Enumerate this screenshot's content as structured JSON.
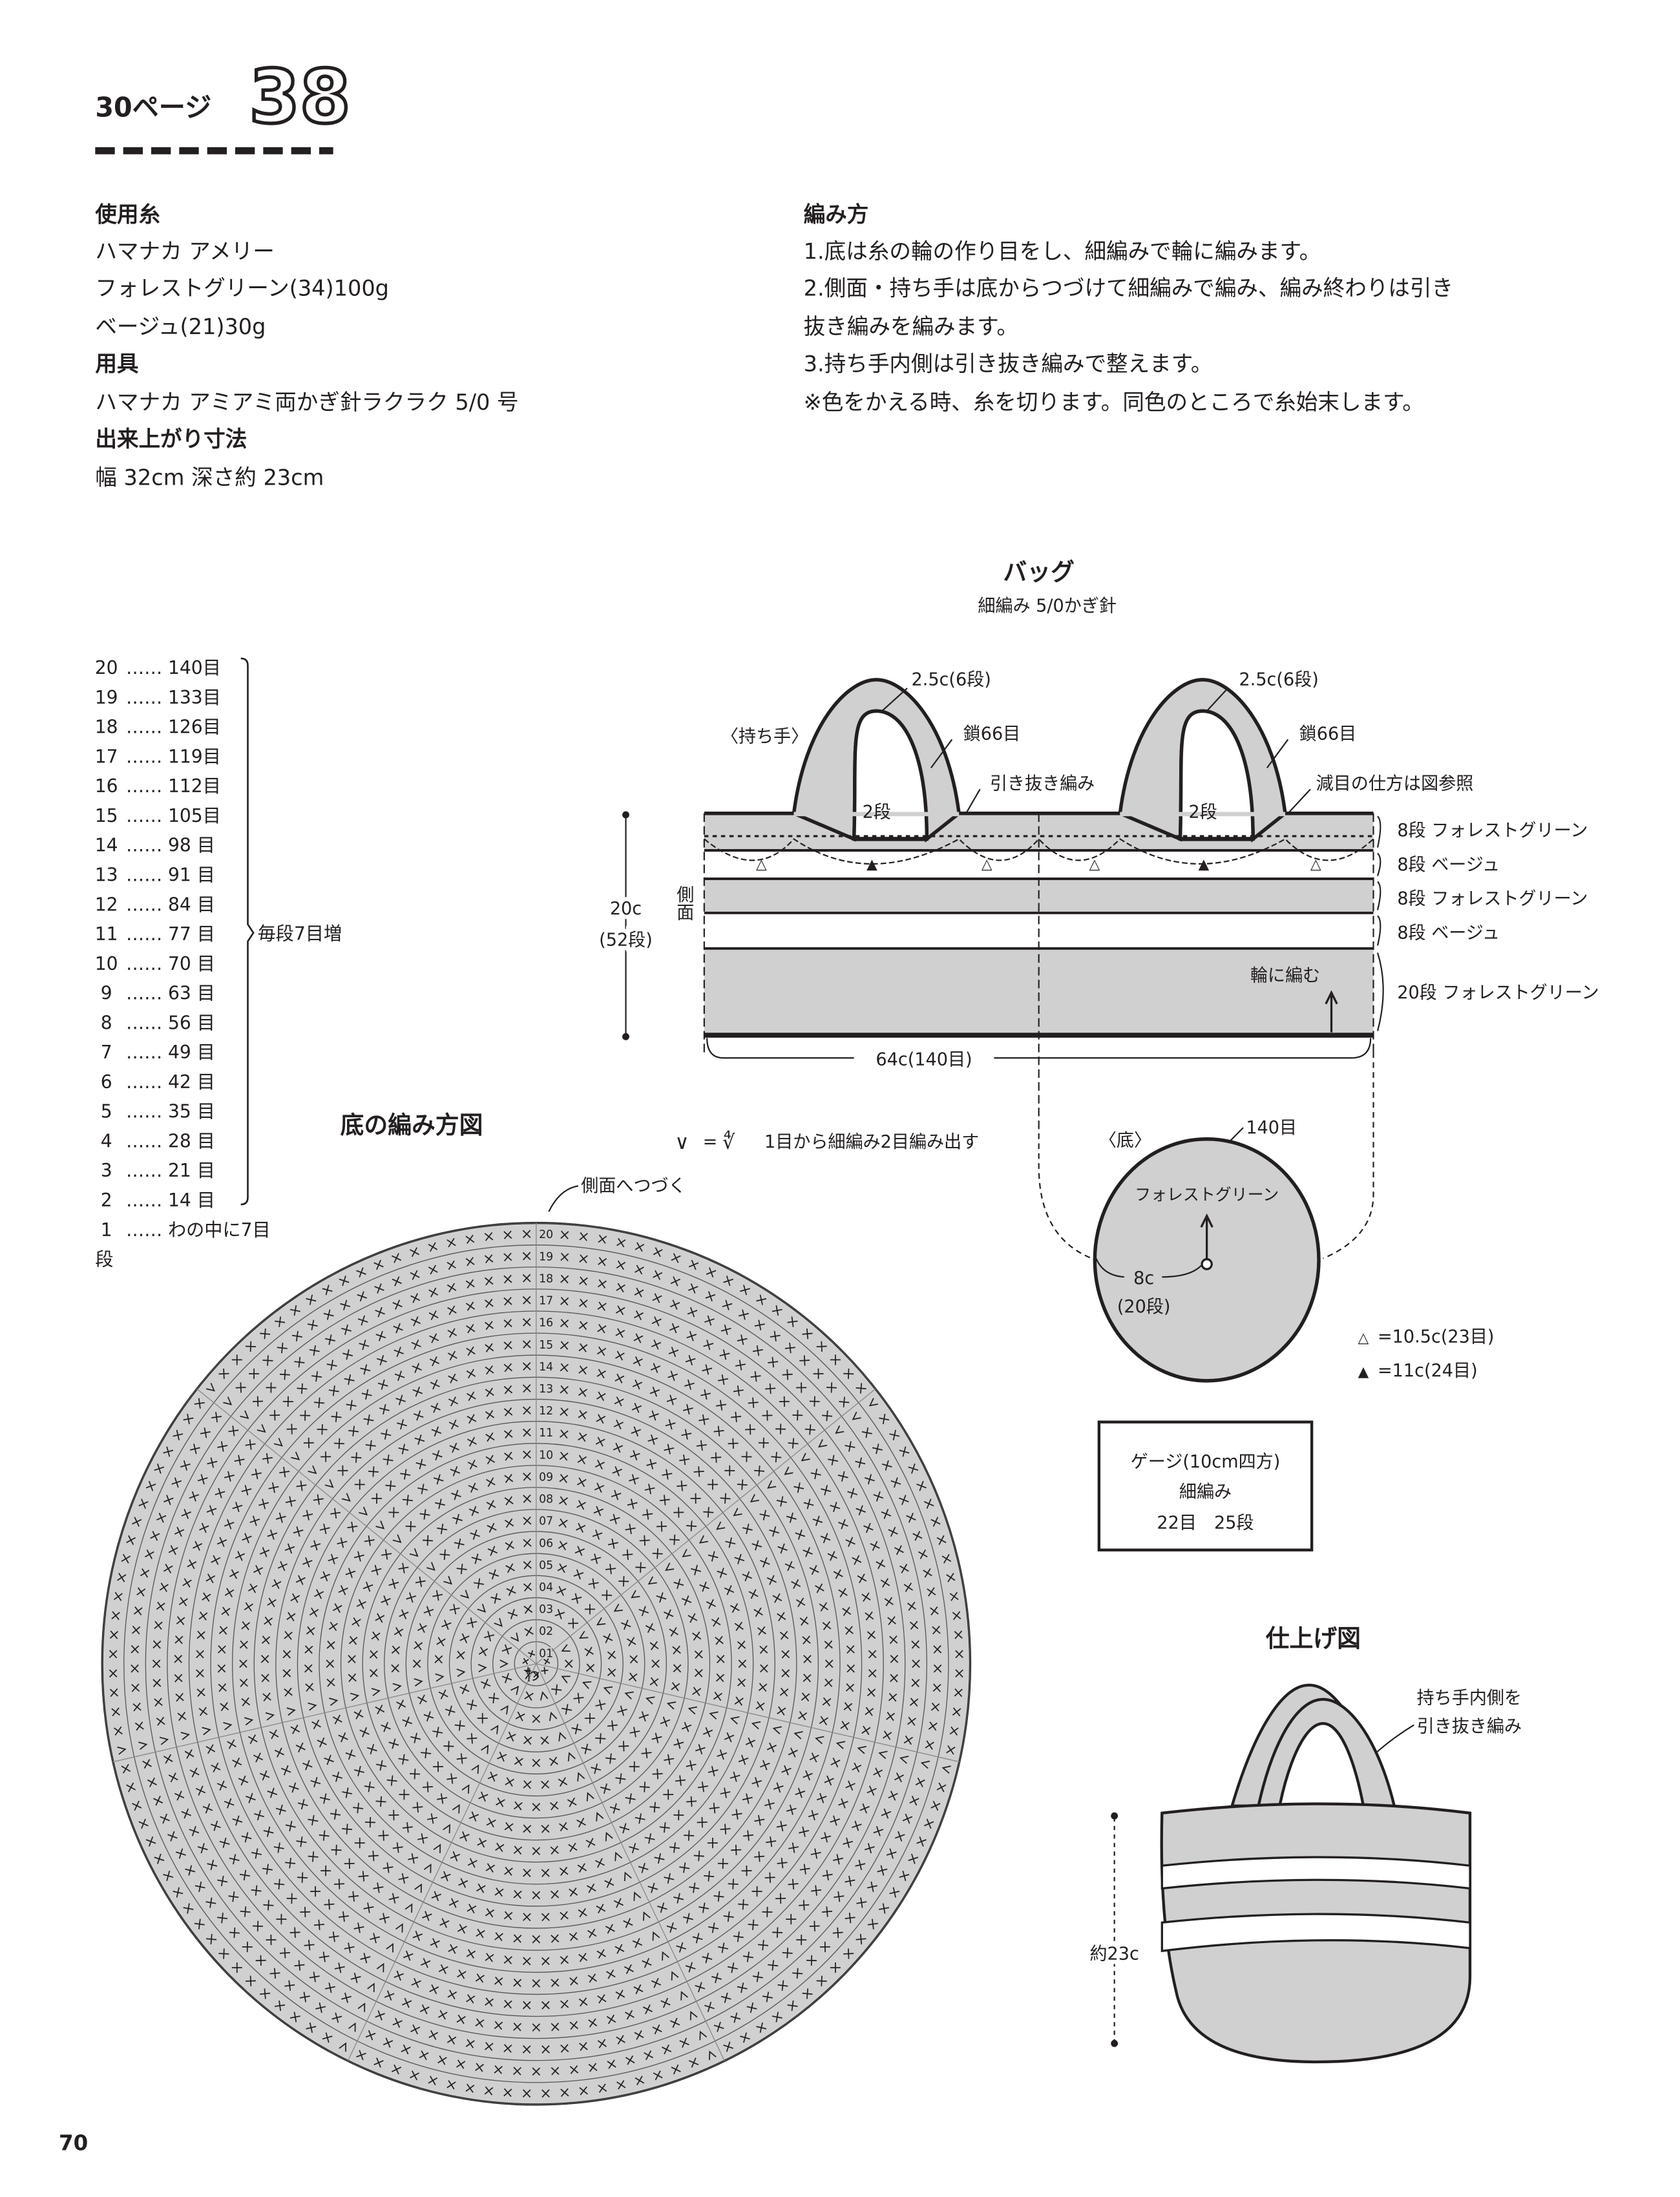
{
  "header": {
    "page_ref": "30ページ",
    "pattern_no": "38"
  },
  "materials": {
    "yarn_heading": "使用糸",
    "yarn_lines": [
      "ハマナカ アメリー",
      "フォレストグリーン(34)100g",
      "ベージュ(21)30g"
    ],
    "tools_heading": "用具",
    "tools_lines": [
      "ハマナカ アミアミ両かぎ針ラクラク 5/0 号"
    ],
    "size_heading": "出来上がり寸法",
    "size_lines": [
      "幅 32cm 深さ約 23cm"
    ]
  },
  "instructions": {
    "heading": "編み方",
    "lines": [
      "1.底は糸の輪の作り目をし、細編みで輪に編みます。",
      "2.側面・持ち手は底からつづけて細編みで編み、編み終わりは引き",
      "抜き編みを編みます。",
      "3.持ち手内側は引き抜き編みで整えます。",
      "※色をかえる時、糸を切ります。同色のところで糸始末します。"
    ]
  },
  "bag_diagram": {
    "title": "バッグ",
    "subtitle": "細編み 5/0かぎ針",
    "handle_label": "〈持ち手〉",
    "handle_width_1": "2.5c(6段)",
    "handle_width_2": "2.5c(6段)",
    "chain_1": "鎖66目",
    "chain_2": "鎖66目",
    "slip_stitch": "引き抜き編み",
    "decrease_note": "減目の仕方は図参照",
    "two_rows_1": "2段",
    "two_rows_2": "2段",
    "bands": [
      "8段 フォレストグリーン",
      "8段 ベージュ",
      "8段 フォレストグリーン",
      "8段 ベージュ",
      "20段 フォレストグリーン"
    ],
    "round_note": "輪に編む",
    "height": "20c",
    "height_rows": "(52段)",
    "side_label": "側面",
    "width": "64c(140目)",
    "colors": {
      "green": "#d0d0d0",
      "beige": "#ffffff"
    }
  },
  "bottom_oval": {
    "label": "〈底〉",
    "stitches": "140目",
    "color": "フォレストグリーン",
    "radius": "8c",
    "rows": "(20段)"
  },
  "legend": {
    "increase": "1目から細編み2目編み出す",
    "eq": "=",
    "open_triangle": "=10.5c(23目)",
    "filled_triangle": "=11c(24目)"
  },
  "gauge": {
    "line1": "ゲージ(10cm四方)",
    "line2": "細編み",
    "line3": "22目　25段"
  },
  "stitch_counts": {
    "rows": [
      {
        "row": "20",
        "count": "140目"
      },
      {
        "row": "19",
        "count": "133目"
      },
      {
        "row": "18",
        "count": "126目"
      },
      {
        "row": "17",
        "count": "119目"
      },
      {
        "row": "16",
        "count": "112目"
      },
      {
        "row": "15",
        "count": "105目"
      },
      {
        "row": "14",
        "count": "98 目"
      },
      {
        "row": "13",
        "count": "91 目"
      },
      {
        "row": "12",
        "count": "84 目"
      },
      {
        "row": "11",
        "count": "77 目"
      },
      {
        "row": "10",
        "count": "70 目"
      },
      {
        "row": "9",
        "count": "63 目"
      },
      {
        "row": "8",
        "count": "56 目"
      },
      {
        "row": "7",
        "count": "49 目"
      },
      {
        "row": "6",
        "count": "42 目"
      },
      {
        "row": "5",
        "count": "35 目"
      },
      {
        "row": "4",
        "count": "28 目"
      },
      {
        "row": "3",
        "count": "21 目"
      },
      {
        "row": "2",
        "count": "14 目"
      },
      {
        "row": "1",
        "count": "わの中に7目"
      }
    ],
    "dots": "……",
    "row_unit": "段",
    "increase_note": "毎段7目増"
  },
  "bottom_chart": {
    "title": "底の編み方図",
    "continue_note": "側面へつづく",
    "center": "わ",
    "rounds": 20,
    "increase_per_round": 7
  },
  "finished": {
    "title": "仕上げ図",
    "note_line1": "持ち手内側を",
    "note_line2": "引き抜き編み",
    "height": "約23c"
  },
  "page_number": "70"
}
